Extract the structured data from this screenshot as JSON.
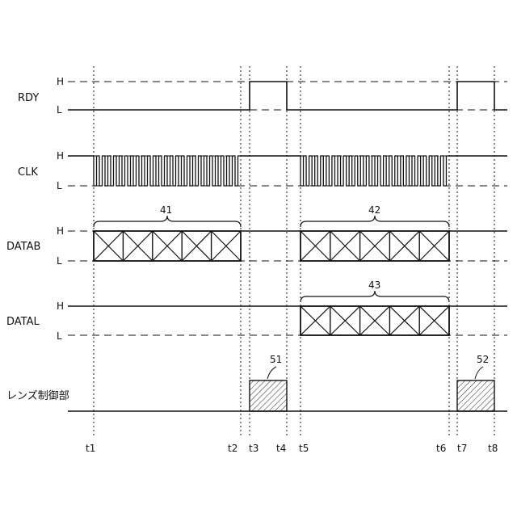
{
  "signals": [
    {
      "id": "rdy",
      "name": "RDY",
      "high_label": "H",
      "low_label": "L"
    },
    {
      "id": "clk",
      "name": "CLK",
      "high_label": "H",
      "low_label": "L"
    },
    {
      "id": "datab",
      "name": "DATAB",
      "high_label": "H",
      "low_label": "L"
    },
    {
      "id": "datal",
      "name": "DATAL",
      "high_label": "H",
      "low_label": "L"
    },
    {
      "id": "lens",
      "name": "レンズ制御部"
    }
  ],
  "time_markers": [
    "t1",
    "t2",
    "t3",
    "t4",
    "t5",
    "t6",
    "t7",
    "t8"
  ],
  "references": {
    "datab_first": "41",
    "datab_second": "42",
    "datal_block": "43",
    "lens_first": "51",
    "lens_second": "52"
  },
  "colors": {
    "line": "#111111",
    "background": "#ffffff"
  }
}
